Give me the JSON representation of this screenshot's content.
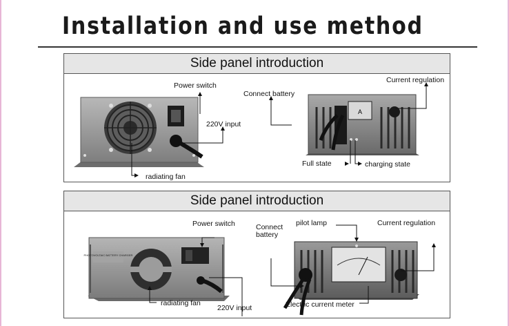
{
  "title": "Installation and use method",
  "panels": [
    {
      "header": "Side panel introduction",
      "labels": {
        "power_switch": "Power switch",
        "input_220v": "220V input",
        "radiating_fan": "radiating fan",
        "connect_battery": "Connect  battery",
        "current_regulation": "Current regulation",
        "full_state": "Full state",
        "charging_state": "charging state"
      }
    },
    {
      "header": "Side panel introduction",
      "labels": {
        "power_switch": "Power switch",
        "connect_battery": "Connect\nbattery",
        "pilot_lamp": "pilot lamp",
        "current_regulation": "Current regulation",
        "radiating_fan": "radiating fan",
        "input_220v": "220V input",
        "electric_current_meter": "Electric current meter"
      }
    }
  ],
  "device_markings": {
    "meter_letter": "A",
    "brand_plate": "PHOTOVOLTAIC BATTERY CHARGER"
  },
  "colors": {
    "photo_grey": "#8a8a8a",
    "header_bg": "#e6e6e6",
    "border_pink": "#e7b6d6"
  }
}
